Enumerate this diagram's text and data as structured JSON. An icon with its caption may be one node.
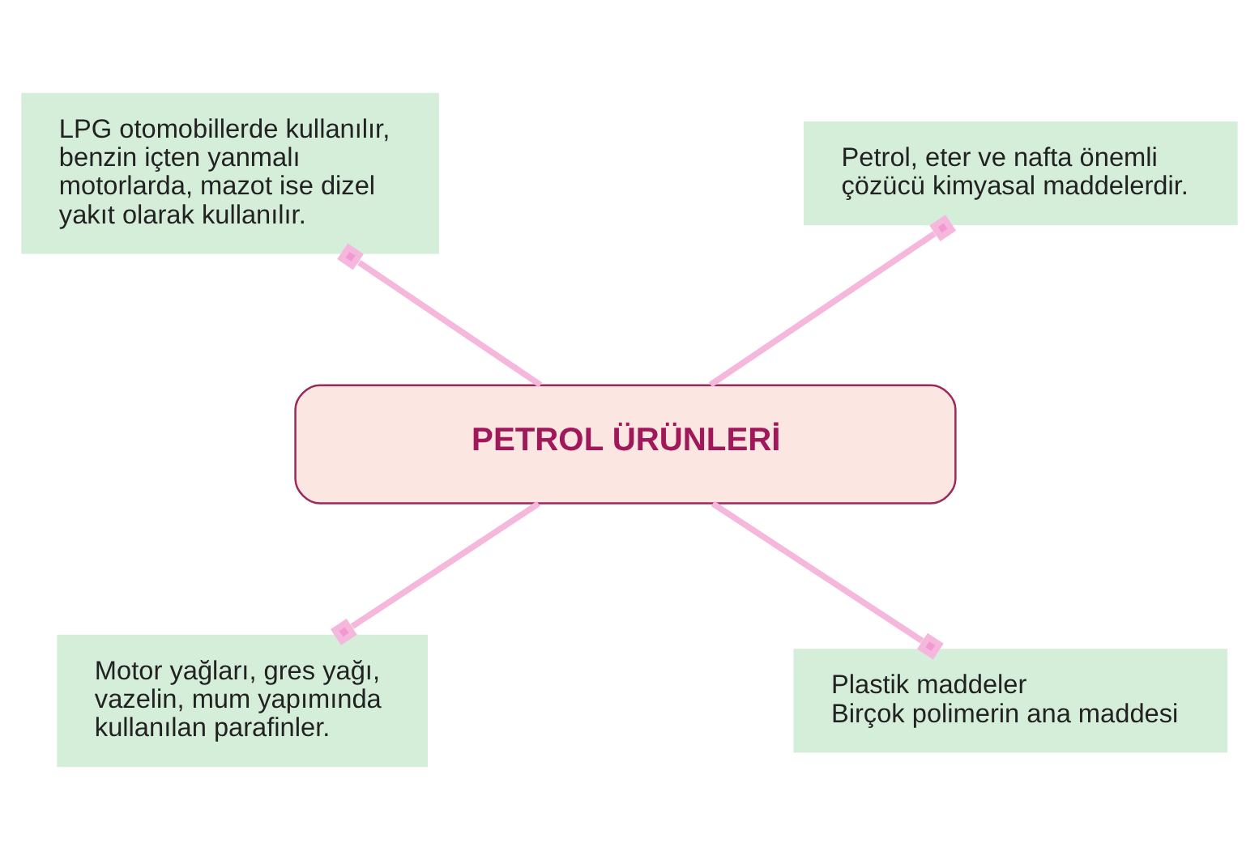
{
  "diagram": {
    "nodes": [
      {
        "text": [
          "PETROL ÜRÜNLERİ"
        ]
      },
      {
        "text": [
          "LPG otomobillerde kullanılır, benzin içten yanmalı motorlarda, mazot ise dizel yakıt olarak kullanılır."
        ]
      },
      {
        "text": [
          "Petrol, eter ve nafta önemli çözücü kimyasal maddelerdir."
        ]
      },
      {
        "text": [
          "Motor yağları, gres yağı, vazelin, mum yapımında kullanılan parafinler."
        ]
      },
      {
        "text": [
          "Plastik maddeler",
          "Birçok polimerin ana maddesi"
        ]
      }
    ],
    "edges": [
      {
        "from": 0,
        "to": 1,
        "arrow": "other"
      },
      {
        "from": 0,
        "to": 2,
        "arrow": "other"
      },
      {
        "from": 0,
        "to": 3,
        "arrow": "other"
      },
      {
        "from": 0,
        "to": 4,
        "arrow": "other"
      }
    ]
  }
}
